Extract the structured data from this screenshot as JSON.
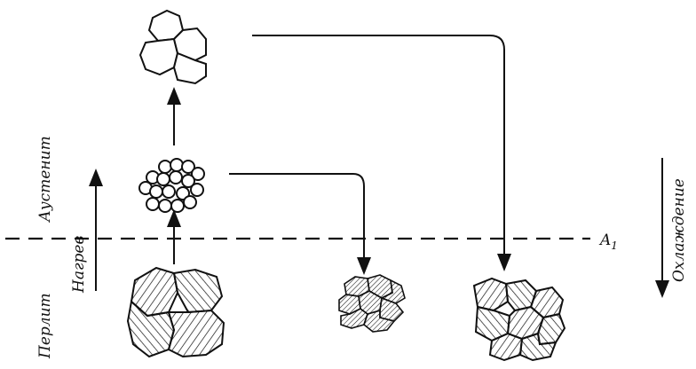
{
  "labels": {
    "austenite": "Аустенит",
    "pearlite": "Перлит",
    "heating": "Нагрев",
    "cooling": "Охлаждение",
    "a1": "A",
    "a1_sub": "1"
  },
  "colors": {
    "ink": "#111111",
    "background": "#ffffff"
  }
}
